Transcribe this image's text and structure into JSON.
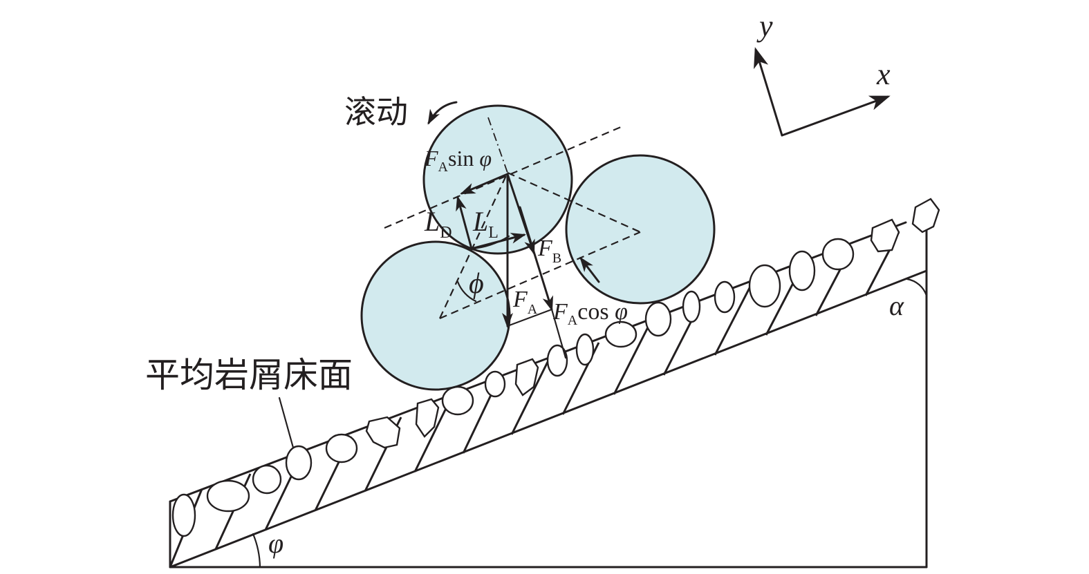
{
  "labels": {
    "rolling": "滚动",
    "bed_surface": "平均岩屑床面",
    "axis_y": "y",
    "axis_x": "x",
    "angle_alpha": "α",
    "angle_phi_incline": "φ",
    "angle_phi_contact": "ϕ",
    "force_fa_sin": {
      "main": "F",
      "sub": "A",
      "tail": "sin ",
      "angle": "φ"
    },
    "force_lift_d": {
      "main": "L",
      "sub": "D"
    },
    "force_lift_l": {
      "main": "L",
      "sub": "L"
    },
    "force_fb": {
      "main": "F",
      "sub": "B"
    },
    "force_fa": {
      "main": "F",
      "sub": "A"
    },
    "force_fa_cos": {
      "main": "F",
      "sub": "A",
      "tail": "cos ",
      "angle": "φ"
    }
  },
  "colors": {
    "particle_fill": "#d2eaee",
    "line": "#231f20",
    "background": "#ffffff"
  }
}
